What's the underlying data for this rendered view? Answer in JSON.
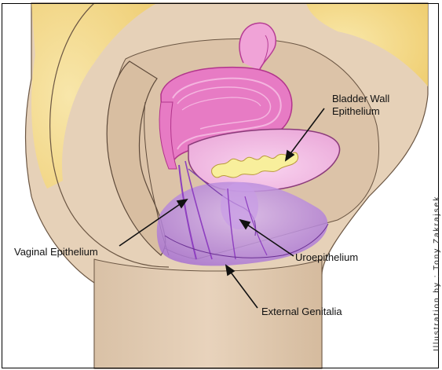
{
  "labels": {
    "bladder_wall_line1": "Bladder Wall",
    "bladder_wall_line2": "Epithelium",
    "vaginal_epithelium": "Vaginal Epithelium",
    "uroepithelium": "Uroepithelium",
    "external_genitalia": "External Genitalia"
  },
  "credit": "Illustration by : Tony Zakrajsek",
  "colors": {
    "skin": "#e3cbb1",
    "skin_shadow": "#c9ad90",
    "fat": "#f6dc86",
    "uterus": "#e77bc4",
    "uterus_dark": "#c9409f",
    "bladder": "#f2b6e2",
    "bladder_epithelium": "#f6ec9a",
    "urethra_purple": "#9a55c8",
    "light_purple": "#b58ad8",
    "outline": "#5e4a3a"
  }
}
